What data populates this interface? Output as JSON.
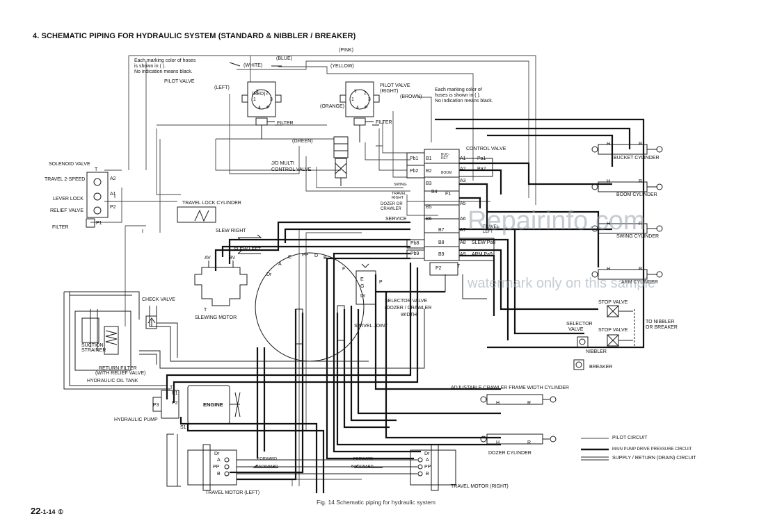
{
  "title": "4. SCHEMATIC PIPING FOR HYDRAULIC SYSTEM (STANDARD & NIBBLER / BREAKER)",
  "caption": "Fig. 14 Schematic piping for hydraulic system",
  "page_number": {
    "main": "22",
    "sub": "-1-14",
    "mark": "①"
  },
  "watermark": {
    "line1": "Repairinfo.com",
    "line2": "watermark only on this sample"
  },
  "notes": {
    "left": [
      "Each marking color of hoses",
      "is shown in ( ).",
      "No indication means black."
    ],
    "right": [
      "Each marking color of",
      "hoses is shown in ( ).",
      "No indication means black."
    ]
  },
  "hose_colors": {
    "pink": "(PINK)",
    "blue": "(BLUE)",
    "white": "(WHITE)",
    "yellow": "(YELLOW)",
    "red": "(RED)",
    "orange": "(ORANGE)",
    "brown": "(BROWN)",
    "green": "(GREEN)"
  },
  "labels": {
    "pilot_valve": "PILOT VALVE",
    "left": "(LEFT)",
    "pilot_valve_right": [
      "PILOT VALVE",
      "(RIGHT)"
    ],
    "filter": "FILTER",
    "control_valve": "CONTROL VALVE",
    "jd_multi": [
      "J/D MULTI",
      "CONTROL VALVE"
    ],
    "solenoid_valve": "SOLENOID VALVE",
    "travel_2speed": "TRAVEL 2-SPEED",
    "lever_lock": "LEVER LOCK",
    "relief_valve": "RELIEF VALVE",
    "filter2": "FILTER",
    "travel_lock_cylinder": "TRAVEL LOCK CYLINDER",
    "slew_right": "SLEW RIGHT",
    "slew_left": "SLEW LEFT",
    "check_valve": "CHECK VALVE",
    "slewing_motor": "SLEWING MOTOR",
    "suction_strainer": [
      "SUCTION",
      "STRAINER"
    ],
    "return_filter": [
      "RETURN FILTER",
      "(WITH RELIEF VALVE)"
    ],
    "hydraulic_oil_tank": "HYDRAULIC OIL TANK",
    "selector_valve_dozer": [
      "SELECTOR VALVE",
      "(DOZER / CRAWLER",
      "WIDTH)"
    ],
    "swivel_joint": "SWIVEL JOINT",
    "engine": "ENGINE",
    "hydraulic_pump": "HYDRAULIC PUMP",
    "bucket_cylinder": "BUCKET CYLINDER",
    "boom_cylinder": "BOOM CYLINDER",
    "swing_cylinder": "SWING CYLINDER",
    "arm_cylinder": "ARM CYLINDER",
    "stop_valve1": "STOP VALVE",
    "stop_valve2": "STOP VALVE",
    "selector_valve": [
      "SELECTOR",
      "VALVE"
    ],
    "to_nibbler": [
      "TO NIBBLER",
      "OR BREAKER"
    ],
    "nibbler": "NIBBLER",
    "breaker": "BREAKER",
    "adj_crawler": "ADJUSTABLE CRAWLER FRAME WIDTH CYLINDER",
    "dozer_cylinder": "DOZER CYLINDER",
    "travel_motor_left": "TRAVEL MOTOR (LEFT)",
    "travel_motor_right": "TRAVEL MOTOR (RIGHT)",
    "forward": "FORWARD",
    "backward": "BACKWARD"
  },
  "ports": {
    "valve_left": [
      "Pb1",
      "Pb2",
      "SWING",
      "TRAVEL RIGHT",
      "DOZER OR CRAWLER",
      "SERVICE",
      "Pb8",
      "Pb9"
    ],
    "valve_b": [
      "B1",
      "B2",
      "B3",
      "B4",
      "B5",
      "B6",
      "B7",
      "B8",
      "B9"
    ],
    "valve_a": [
      "A1",
      "A2",
      "A3",
      "F1",
      "A5",
      "A6",
      "A7",
      "A8",
      "A9"
    ],
    "valve_right": [
      "Pa1",
      "Pa2",
      "TRAVEL LEFT",
      "SLEW Pa8",
      "ARM Pa9"
    ],
    "bucket": "BUC-KET",
    "boom": "BOOM",
    "p2": "P2",
    "t": "T",
    "swivel": [
      "Dr",
      "A",
      "C",
      "PP",
      "D",
      "B",
      "E",
      "F",
      "G",
      "Dr"
    ],
    "sol": [
      "T",
      "A2",
      "A1",
      "P2",
      "P1"
    ],
    "pump": [
      "P1",
      "P2",
      "P3",
      "T",
      "S1"
    ],
    "motor": [
      "AV",
      "BV",
      "T"
    ],
    "tm": [
      "Dr",
      "A",
      "PP",
      "B"
    ],
    "cyl": [
      "H",
      "R"
    ],
    "pilot": [
      "T",
      "1",
      "2",
      "3",
      "4",
      "P"
    ],
    "sel": [
      "E",
      "G",
      "Dr",
      "P"
    ]
  },
  "legend": [
    {
      "label": "PILOT CIRCUIT",
      "style": "thin"
    },
    {
      "label": "MAIN PUMP DRIVE PRESSURE CIRCUIT",
      "style": "thick"
    },
    {
      "label": "SUPPLY / RETURN (DRAIN) CIRCUIT",
      "style": "double"
    }
  ],
  "colors": {
    "line": "#1a1a1a",
    "thin": "#555555",
    "watermark": "#9aa0a8"
  }
}
